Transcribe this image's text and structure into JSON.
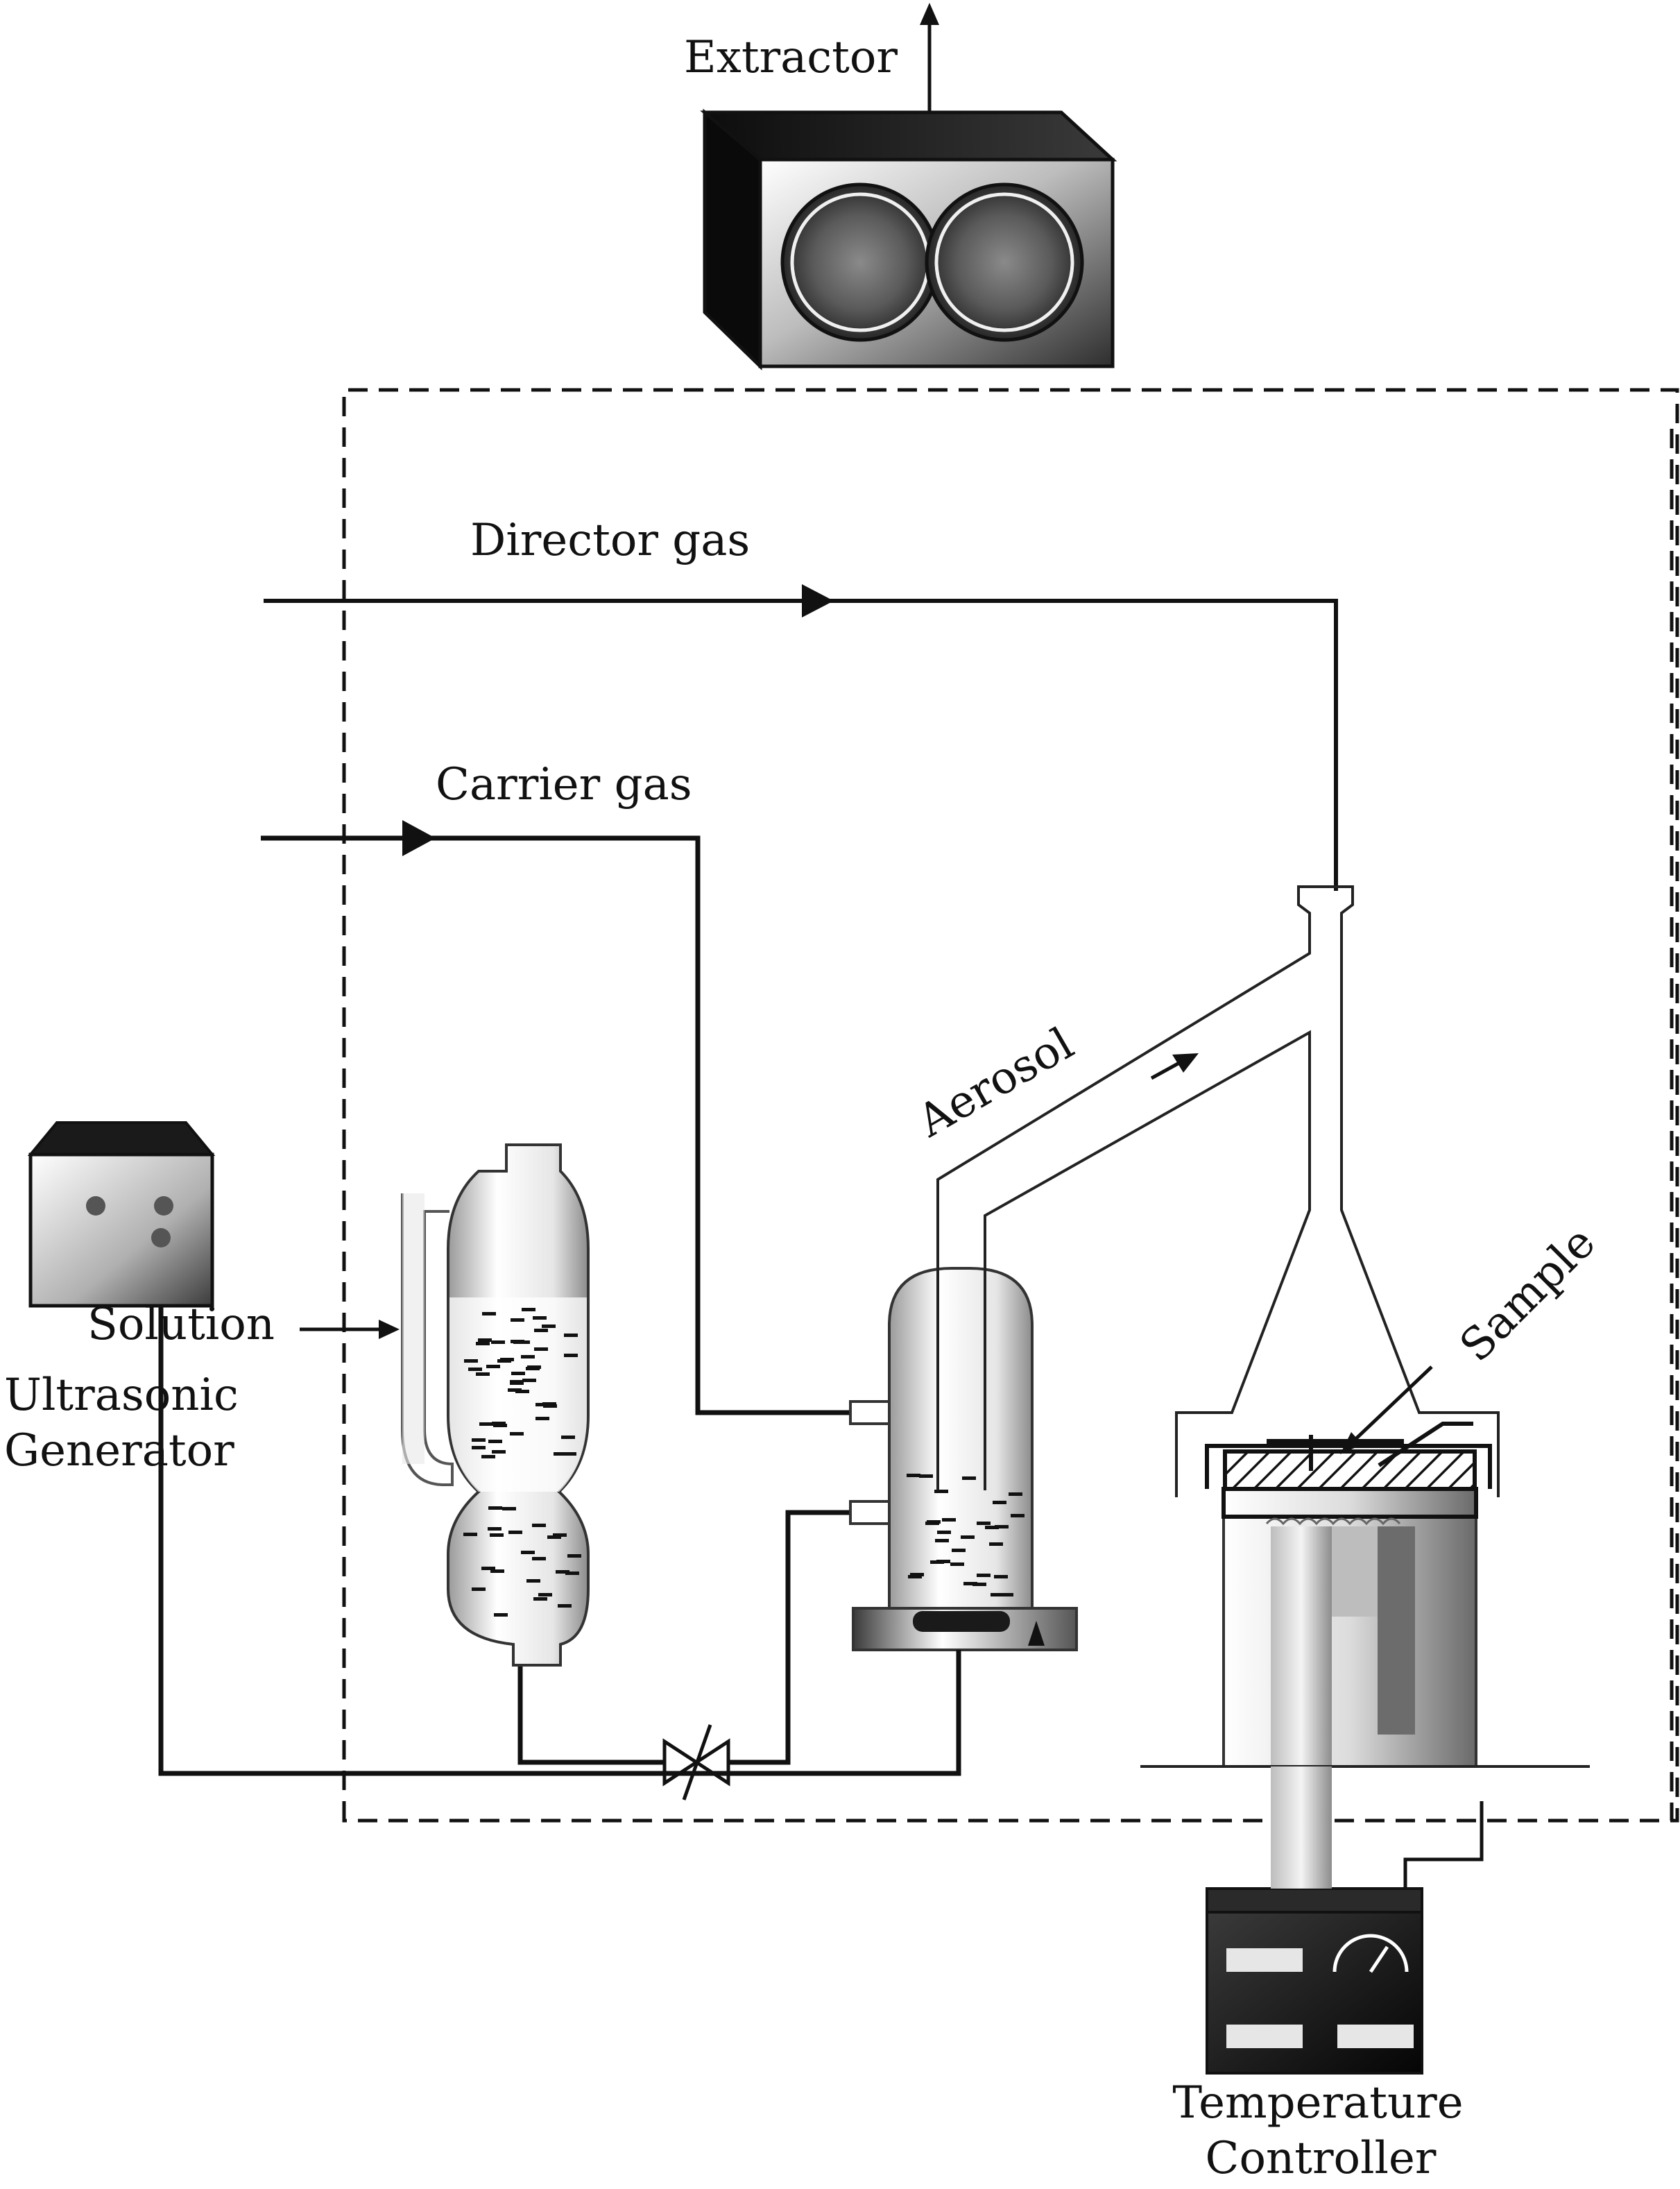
{
  "labels": {
    "extractor": "Extractor",
    "director_gas": "Director gas",
    "carrier_gas": "Carrier gas",
    "aerosol": "Aerosol",
    "sample": "Sample",
    "solution": "Solution",
    "ultrasonic_generator_line1": "Ultrasonic",
    "ultrasonic_generator_line2": "Generator",
    "temperature_controller_line1": "Temperature",
    "temperature_controller_line2": "Controller"
  },
  "colors": {
    "line": "#111111",
    "device_dark": "#1a1a1a",
    "device_light": "#f2f2f2"
  }
}
